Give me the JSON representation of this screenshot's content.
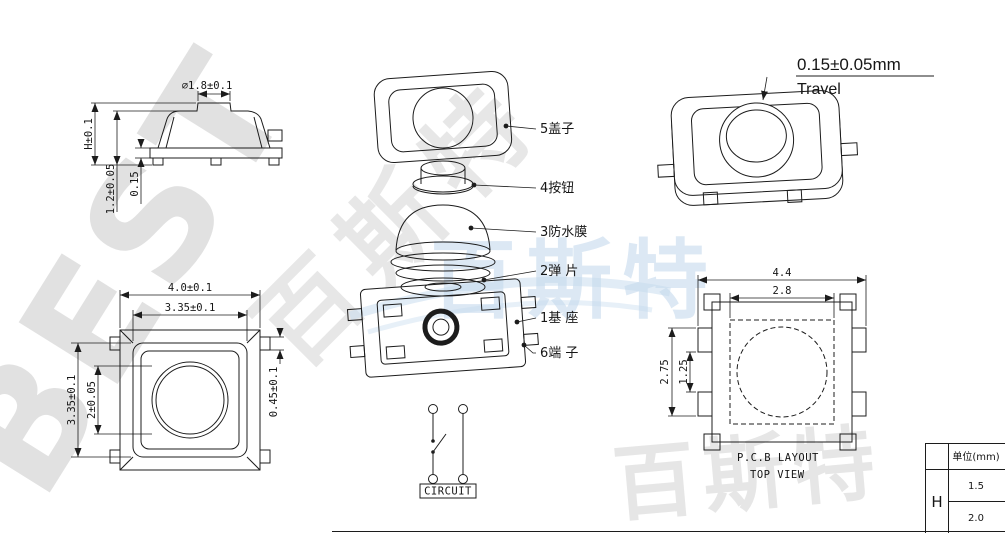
{
  "drawing": {
    "watermark": {
      "latin": "BEST",
      "cn": "百斯特"
    },
    "side_view": {
      "dim_button_diameter": "⌀1.8±0.1",
      "dim_total_height": "H±0.1",
      "dim_base_height": "1.2±0.05",
      "dim_travel_gap": "0.15"
    },
    "exploded_view": {
      "parts": [
        {
          "label": "5盖子"
        },
        {
          "label": "4按钮"
        },
        {
          "label": "3防水膜"
        },
        {
          "label": "2弹 片"
        },
        {
          "label": "1基 座"
        },
        {
          "label": "6端 子"
        }
      ]
    },
    "perspective_view": {
      "travel_value": "0.15±0.05mm",
      "travel_word": "Travel"
    },
    "top_view": {
      "dim_outer_width": "4.0±0.1",
      "dim_inner_width": "3.35±0.1",
      "dim_outer_height": "3.35±0.1",
      "dim_inner_height": "2±0.05",
      "dim_terminal": "0.45±0.1"
    },
    "circuit": {
      "caption": "CIRCUIT"
    },
    "pcb_layout": {
      "dim_overall_width": "4.4",
      "dim_inner_width": "2.8",
      "dim_pad_row_span": "2.75",
      "dim_pad_gap": "1.25",
      "caption_line1": "P.C.B LAYOUT",
      "caption_line2": "TOP VIEW"
    },
    "title_block": {
      "unit_label": "单位(mm)",
      "param_name": "H",
      "param_values": [
        "1.5",
        "2.0"
      ]
    }
  }
}
